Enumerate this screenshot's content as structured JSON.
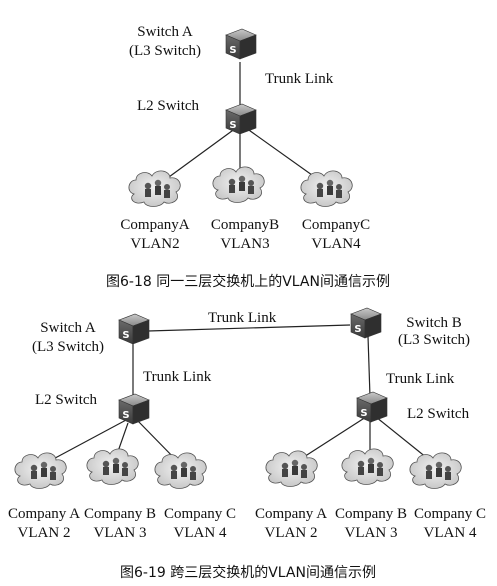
{
  "figure1": {
    "switch_top_name": "Switch A",
    "switch_top_role": "(L3 Switch)",
    "trunk_label": "Trunk Link",
    "l2_label": "L2 Switch",
    "groups": [
      {
        "name": "CompanyA",
        "vlan": "VLAN2"
      },
      {
        "name": "CompanyB",
        "vlan": "VLAN3"
      },
      {
        "name": "CompanyC",
        "vlan": "VLAN4"
      }
    ],
    "caption": "图6-18 同一三层交换机上的VLAN间通信示例"
  },
  "figure2": {
    "left_switch_name": "Switch A",
    "left_switch_role": "(L3 Switch)",
    "right_switch_name": "Switch B",
    "right_switch_role": "(L3 Switch)",
    "top_trunk_label": "Trunk Link",
    "left_trunk_label": "Trunk Link",
    "right_trunk_label": "Trunk Link",
    "left_l2_label": "L2 Switch",
    "right_l2_label": "L2 Switch",
    "left_groups": [
      {
        "name": "Company A",
        "vlan": "VLAN 2"
      },
      {
        "name": "Company B",
        "vlan": "VLAN 3"
      },
      {
        "name": "Company C",
        "vlan": "VLAN 4"
      }
    ],
    "right_groups": [
      {
        "name": "Company A",
        "vlan": "VLAN 2"
      },
      {
        "name": "Company B",
        "vlan": "VLAN 3"
      },
      {
        "name": "Company C",
        "vlan": "VLAN 4"
      }
    ],
    "caption": "图6-19 跨三层交换机的VLAN间通信示例"
  },
  "icons": {
    "switch": "switch-icon",
    "workgroup": "workgroup-cloud-icon"
  }
}
